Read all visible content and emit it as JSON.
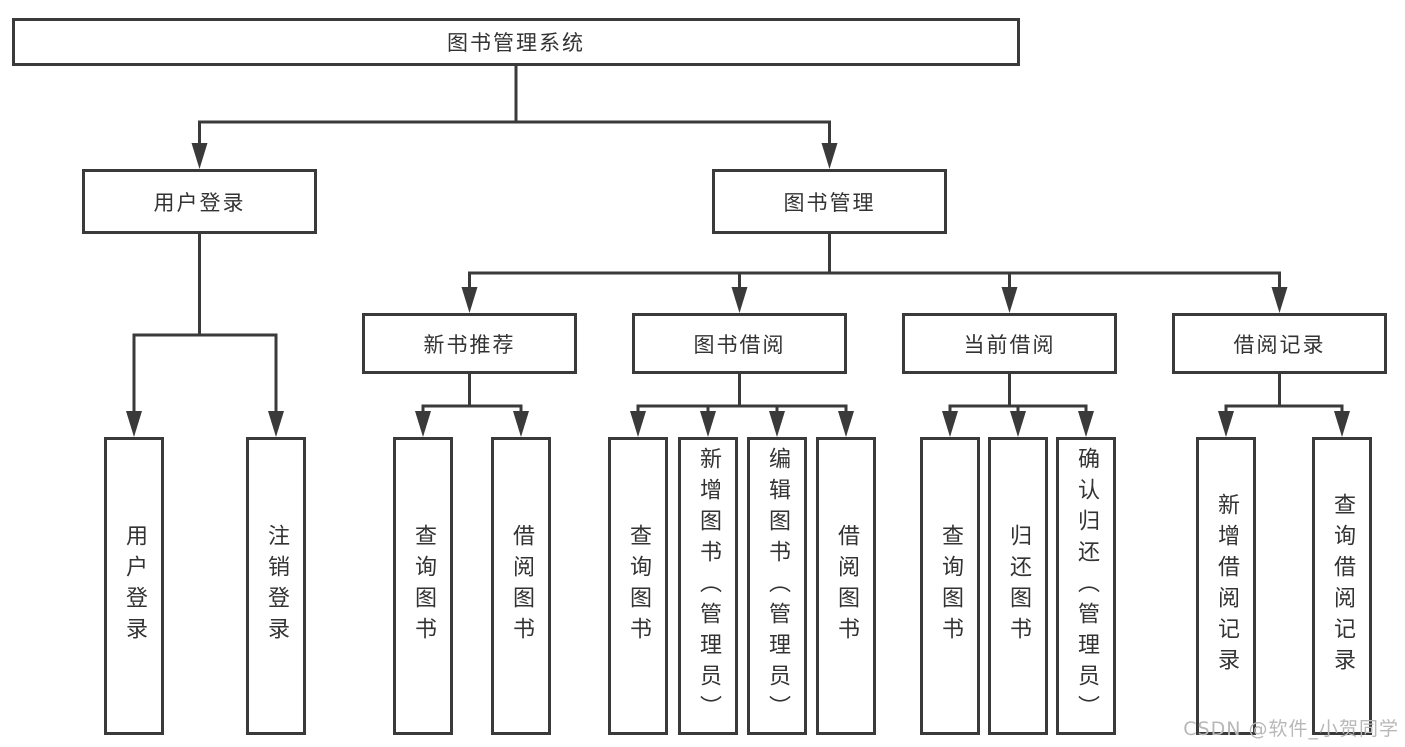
{
  "tree": {
    "label": "图书管理系统",
    "children": [
      {
        "label": "用户登录",
        "children": [
          {
            "label": "用户登录"
          },
          {
            "label": "注销登录"
          }
        ]
      },
      {
        "label": "图书管理",
        "children": [
          {
            "label": "新书推荐",
            "children": [
              {
                "label": "查询图书"
              },
              {
                "label": "借阅图书"
              }
            ]
          },
          {
            "label": "图书借阅",
            "children": [
              {
                "label": "查询图书"
              },
              {
                "label": "新增图书（管理员）"
              },
              {
                "label": "编辑图书（管理员）"
              },
              {
                "label": "借阅图书"
              }
            ]
          },
          {
            "label": "当前借阅",
            "children": [
              {
                "label": "查询图书"
              },
              {
                "label": "归还图书"
              },
              {
                "label": "确认归还（管理员）"
              }
            ]
          },
          {
            "label": "借阅记录",
            "children": [
              {
                "label": "新增借阅记录"
              },
              {
                "label": "查询借阅记录"
              }
            ]
          }
        ]
      }
    ]
  },
  "watermark": "CSDN @软件_小贺同学",
  "colors": {
    "line": "#3a3a3a",
    "text": "#333333",
    "bg": "#ffffff",
    "watermark": "#b8b8b8"
  }
}
